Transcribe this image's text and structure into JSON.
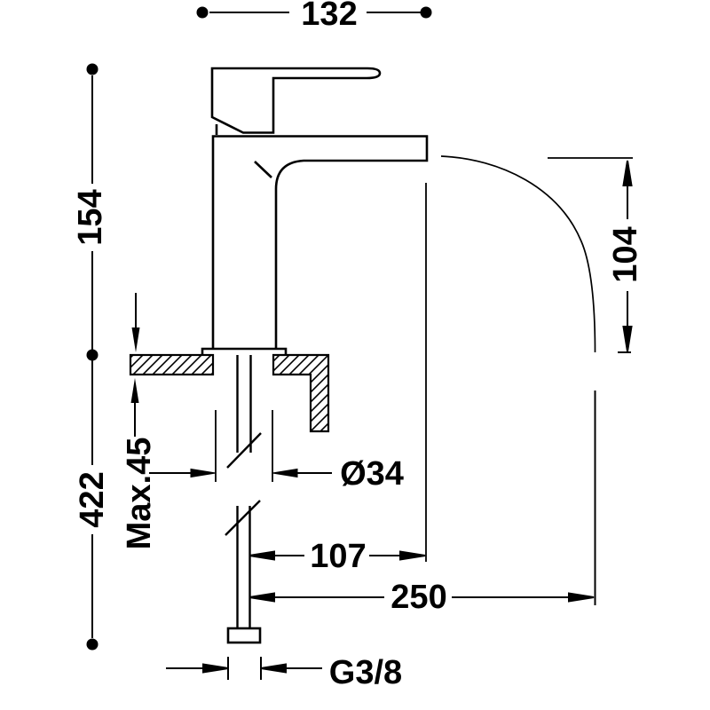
{
  "page": {
    "background_color": "#ffffff",
    "line_color": "#000000"
  },
  "drawing": {
    "labels": {
      "top_width": "132",
      "body_height": "154",
      "under_counter_length": "422",
      "max_counter_thickness": "Max.45",
      "hole_diameter": "Ø34",
      "spout_reach": "107",
      "stream_reach": "250",
      "outlet_height": "104",
      "thread_size": "G3/8"
    }
  }
}
